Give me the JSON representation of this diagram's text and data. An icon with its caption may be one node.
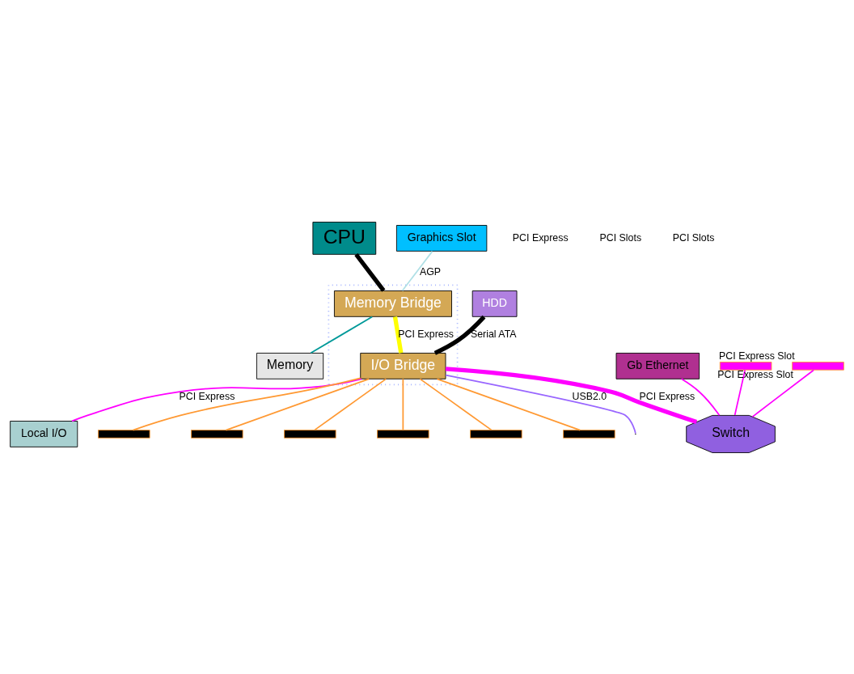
{
  "diagram": {
    "nodes": [
      {
        "text": [
          "CPU"
        ]
      },
      {
        "text": [],
        "shape": "box"
      },
      {
        "text": [
          "Memory Bridge"
        ],
        "in": 1
      },
      {
        "text": [
          "I/O Bridge"
        ],
        "in": 1
      },
      {
        "text": [
          "Graphics Slot"
        ]
      },
      {
        "text": [
          "Memory"
        ]
      },
      {
        "text": [
          "HDD"
        ]
      },
      {
        "text": [
          "Local I/O"
        ]
      },
      {
        "text": [
          "Gb Ethernet"
        ]
      },
      {
        "text": [
          "Switch"
        ]
      },
      {
        "text": [],
        "shape": "bar",
        "beside": [
          "PCI Express Slot"
        ]
      },
      {
        "text": [],
        "shape": "bar",
        "beside": [
          "PCI Express Slot"
        ]
      },
      {
        "text": [],
        "shape": "bar"
      },
      {
        "text": [],
        "shape": "bar"
      },
      {
        "text": [],
        "shape": "bar"
      },
      {
        "text": [],
        "shape": "bar"
      },
      {
        "text": [],
        "shape": "bar"
      },
      {
        "text": [],
        "shape": "bar"
      }
    ],
    "edges": [
      {
        "from": 0,
        "to": 2,
        "arrow": "none",
        "style": "thick",
        "color": "#000000"
      },
      {
        "from": 4,
        "to": 2,
        "arrow": "none",
        "label": "AGP",
        "color": "#b0e0e6"
      },
      {
        "from": 2,
        "to": 5,
        "arrow": "none",
        "color": "#009999"
      },
      {
        "from": 2,
        "to": 3,
        "arrow": "none",
        "label": "PCI Express",
        "style": "thick",
        "color": "#ffff00"
      },
      {
        "from": 6,
        "to": 3,
        "arrow": "none",
        "label": "Serial ATA",
        "style": "thick",
        "color": "#000000"
      },
      {
        "from": 3,
        "to": null,
        "arrow": "none",
        "label": "USB2.0",
        "color": "#9966ff"
      },
      {
        "from": 3,
        "to": 7,
        "arrow": "none",
        "label": "PCI Express",
        "color": "#ff00ff"
      },
      {
        "from": 3,
        "to": 9,
        "arrow": "none",
        "label": "PCI Express",
        "style": "thick",
        "color": "#ff00ff"
      },
      {
        "from": 8,
        "to": 9,
        "arrow": "none",
        "color": "#ff00ff"
      },
      {
        "from": 10,
        "to": 9,
        "arrow": "none",
        "color": "#ff00ff"
      },
      {
        "from": 11,
        "to": 9,
        "arrow": "none",
        "color": "#ff00ff"
      },
      {
        "from": 3,
        "to": 12,
        "arrow": "none",
        "color": "#ff9933"
      },
      {
        "from": 3,
        "to": 13,
        "arrow": "none",
        "color": "#ff9933"
      },
      {
        "from": 3,
        "to": 14,
        "arrow": "none",
        "color": "#ff9933"
      },
      {
        "from": 3,
        "to": 15,
        "arrow": "none",
        "color": "#ff9933"
      },
      {
        "from": 3,
        "to": 16,
        "arrow": "none",
        "color": "#ff9933"
      },
      {
        "from": 3,
        "to": 17,
        "arrow": "none",
        "color": "#ff9933"
      }
    ],
    "labels": [
      "PCI Express",
      "PCI Slots",
      "PCI Slots"
    ]
  }
}
